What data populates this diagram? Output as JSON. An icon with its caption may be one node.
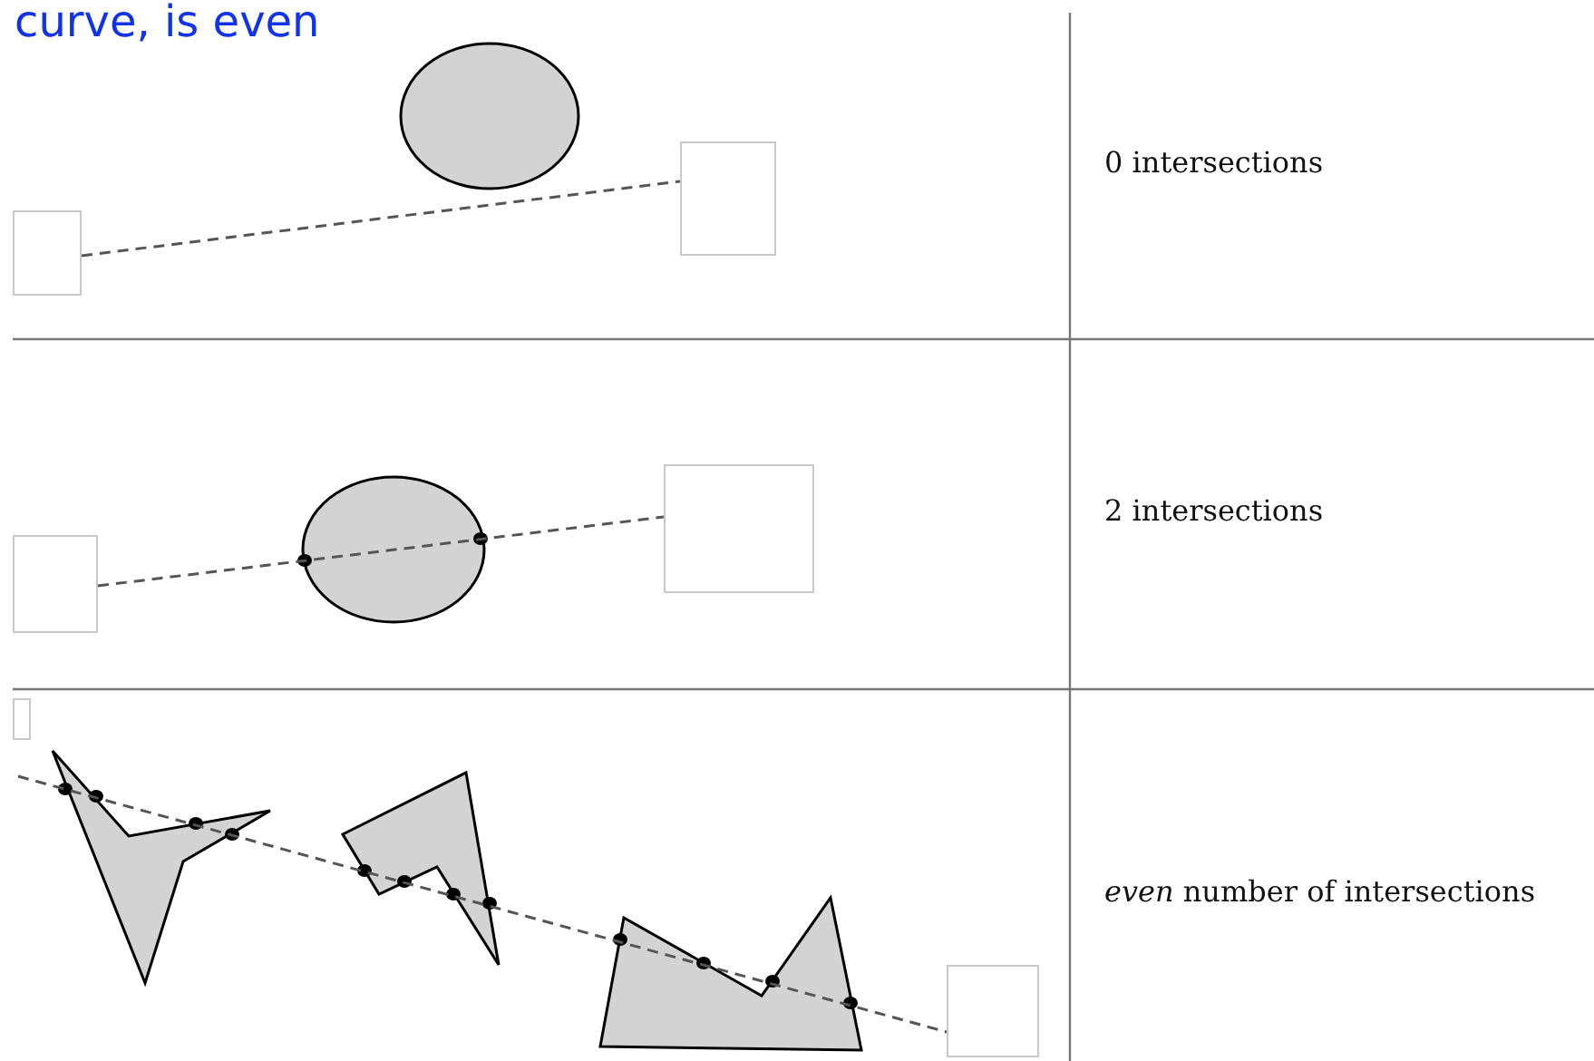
{
  "diagram": {
    "title": "curve, is even",
    "nodes": [
      {
        "text": [],
        "shape": "box"
      },
      {
        "text": [],
        "shape": "box"
      },
      {
        "text": [],
        "shape": "box"
      },
      {
        "text": [],
        "shape": "box"
      },
      {
        "text": [],
        "shape": "box"
      },
      {
        "text": [],
        "shape": "box"
      }
    ],
    "edges": [
      {
        "from": 0,
        "to": 1,
        "arrow": "none",
        "style": "dashed"
      },
      {
        "from": 2,
        "to": 3,
        "arrow": "none",
        "style": "dashed"
      },
      {
        "from": null,
        "to": 5,
        "arrow": "none",
        "style": "dashed"
      }
    ],
    "labels": [
      "0 intersections",
      "2 intersections",
      "*even* number of intersections"
    ]
  }
}
